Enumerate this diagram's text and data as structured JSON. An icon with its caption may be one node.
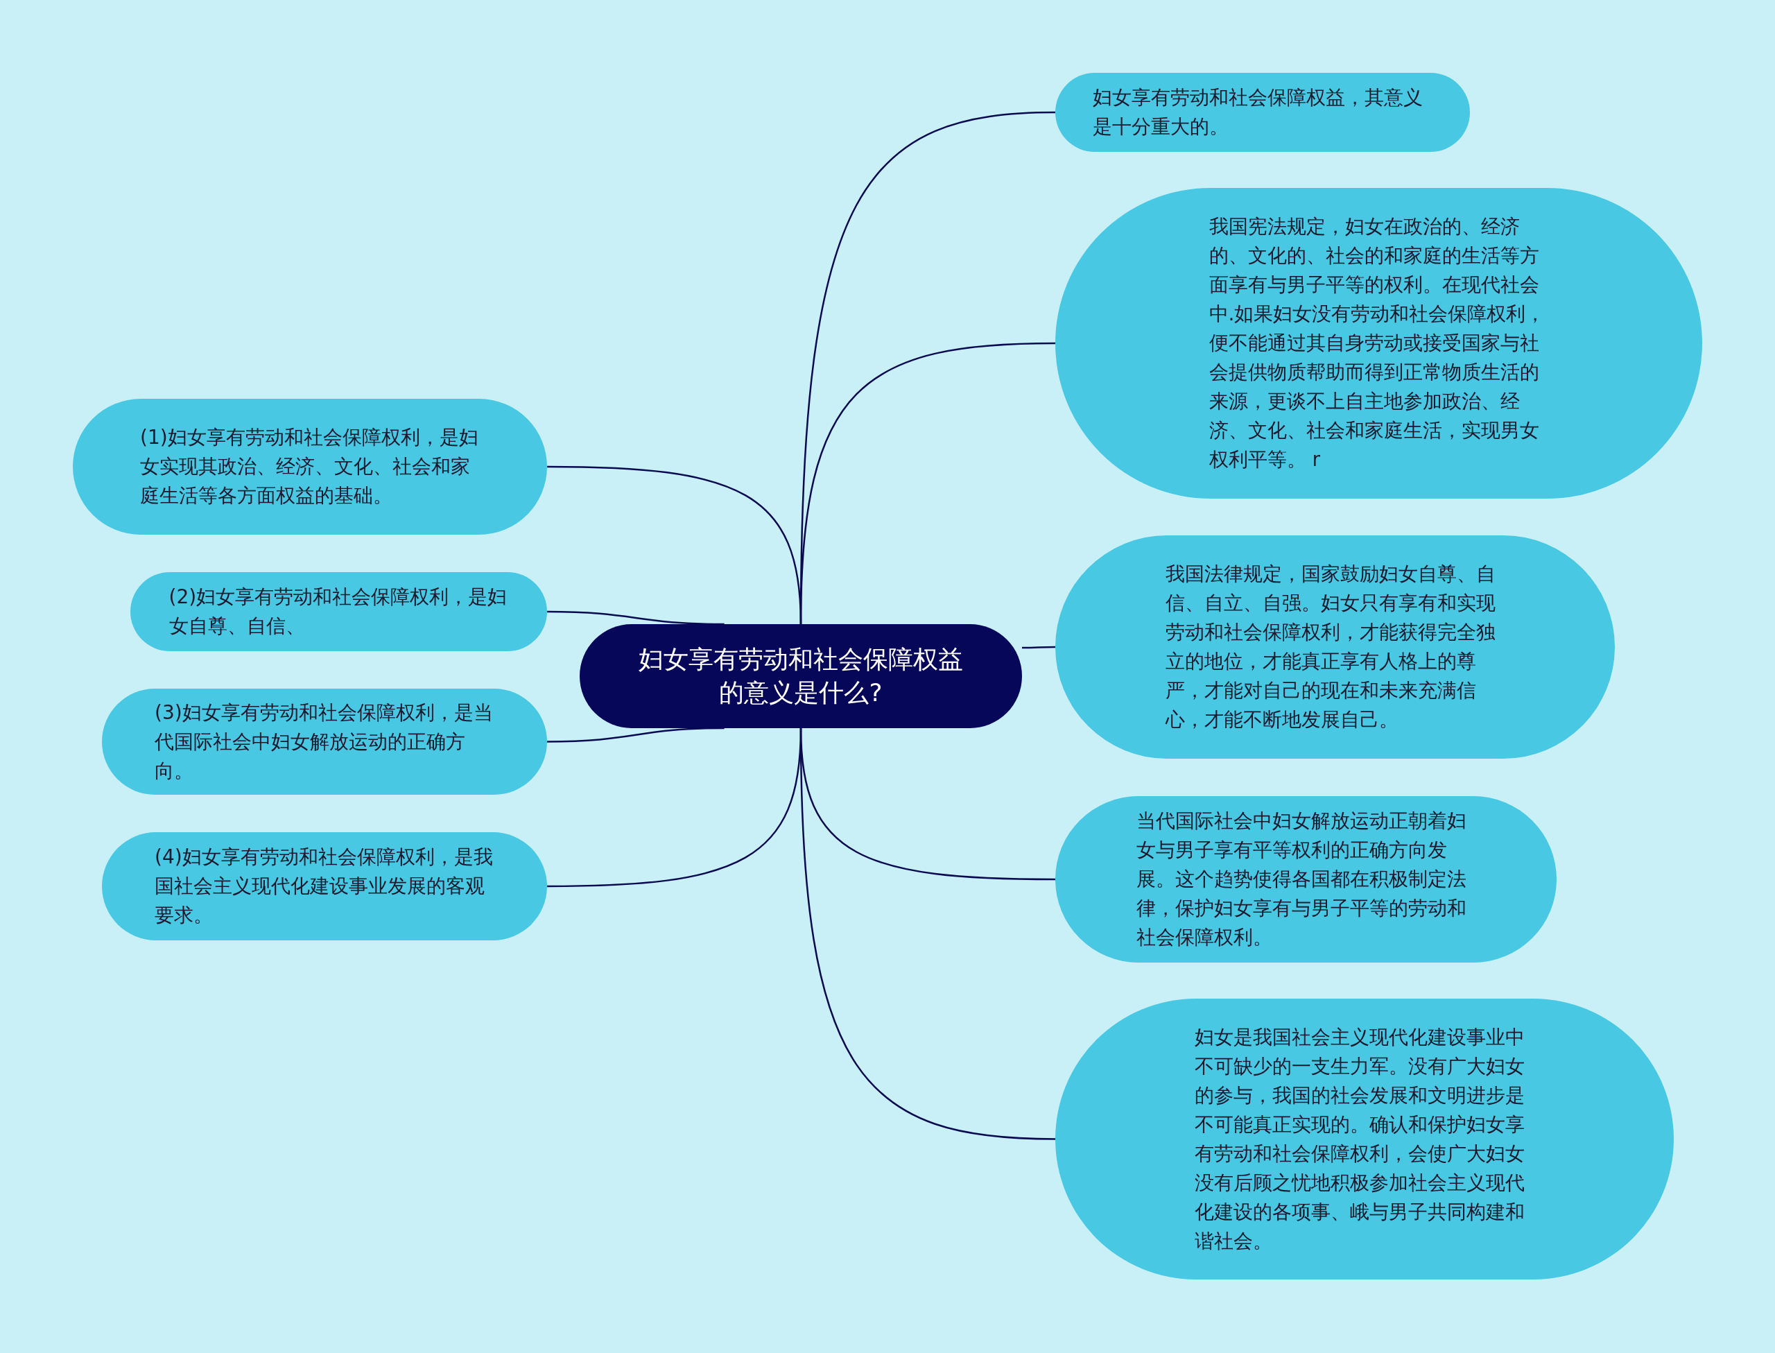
{
  "diagram": {
    "nodes": [
      {
        "text": [
          "妇女享有劳动和社会保障权益的意义是什么?"
        ]
      },
      {
        "text": [
          "(1)妇女享有劳动和社会保障权利，是妇女实现其政治、经济、文化、社会和家庭生活等各方面权益的基础。"
        ]
      },
      {
        "text": [
          "(2)妇女享有劳动和社会保障权利，是妇女自尊、自信、"
        ]
      },
      {
        "text": [
          "(3)妇女享有劳动和社会保障权利，是当代国际社会中妇女解放运动的正确方向。"
        ]
      },
      {
        "text": [
          "(4)妇女享有劳动和社会保障权利，是我国社会主义现代化建设事业发展的客观要求。"
        ]
      },
      {
        "text": [
          "妇女享有劳动和社会保障权益，其意义是十分重大的。"
        ]
      },
      {
        "text": [
          "我国宪法规定，妇女在政治的、经济的、文化的、社会的和家庭的生活等方面享有与男子平等的权利。在现代社会中.如果妇女没有劳动和社会保障权利，便不能通过其自身劳动或接受国家与社会提供物质帮助而得到正常物质生活的来源，更谈不上自主地参加政治、经济、文化、社会和家庭生活，实现男女权利平等。 r"
        ]
      },
      {
        "text": [
          "我国法律规定，国家鼓励妇女自尊、自信、自立、自强。妇女只有享有和实现劳动和社会保障权利，才能获得完全独立的地位，才能真正享有人格上的尊严，才能对自己的现在和未来充满信心，才能不断地发展自己。"
        ]
      },
      {
        "text": [
          "当代国际社会中妇女解放运动正朝着妇女与男子享有平等权利的正确方向发展。这个趋势使得各国都在积极制定法律，保护妇女享有与男子平等的劳动和社会保障权利。"
        ]
      },
      {
        "text": [
          "妇女是我国社会主义现代化建设事业中不可缺少的一支生力军。没有广大妇女的参与，我国的社会发展和文明进步是不可能真正实现的。确认和保护妇女享有劳动和社会保障权利，会使广大妇女没有后顾之忧地积极参加社会主义现代化建设的各项事、峨与男子共同构建和谐社会。"
        ]
      }
    ],
    "edges": [
      {
        "from": 0,
        "to": 1,
        "arrow": "none"
      },
      {
        "from": 0,
        "to": 2,
        "arrow": "none"
      },
      {
        "from": 0,
        "to": 3,
        "arrow": "none"
      },
      {
        "from": 0,
        "to": 4,
        "arrow": "none"
      },
      {
        "from": 0,
        "to": 5,
        "arrow": "none"
      },
      {
        "from": 0,
        "to": 6,
        "arrow": "none"
      },
      {
        "from": 0,
        "to": 7,
        "arrow": "none"
      },
      {
        "from": 0,
        "to": 8,
        "arrow": "none"
      },
      {
        "from": 0,
        "to": 9,
        "arrow": "none"
      }
    ]
  }
}
